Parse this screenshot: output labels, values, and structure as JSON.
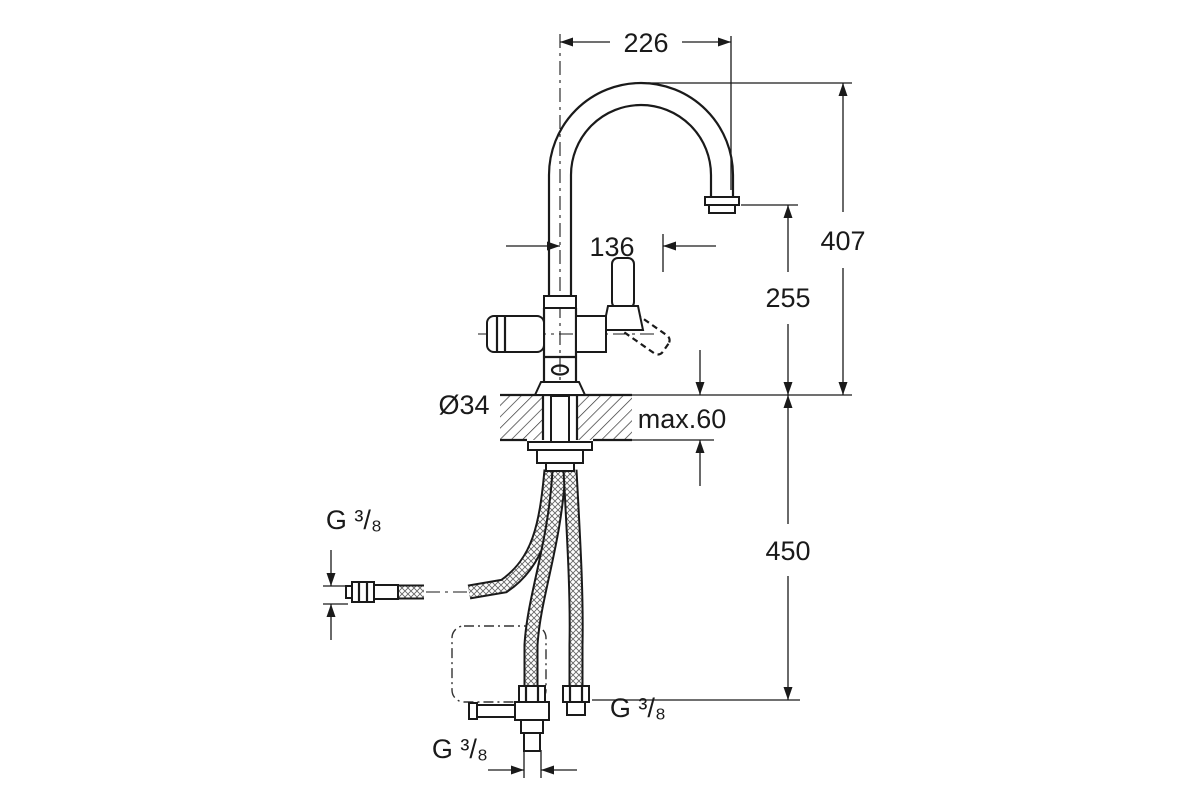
{
  "drawing": {
    "background": "#ffffff",
    "line_color": "#1a1a1a",
    "labels": {
      "spout_projection": "226",
      "overall_height": "407",
      "spout_height": "255",
      "handle_clearance": "136",
      "hole_diameter": "Ø34",
      "max_mounting_thickness": "max.60",
      "connection_height": "450",
      "thread_side": "G ³/₈",
      "thread_right": "G ³/₈",
      "thread_bottom": "G ³/₈"
    }
  }
}
